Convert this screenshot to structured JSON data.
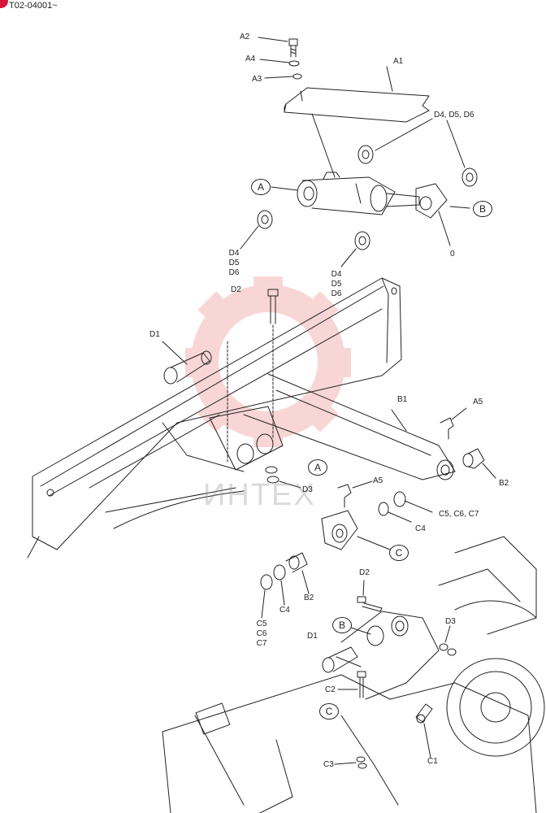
{
  "header": {
    "code": "T02-04001~"
  },
  "colors": {
    "line": "#222222",
    "badge": "#d8143c",
    "watermark_gear": "#f4b6b6"
  },
  "watermark": {
    "text": "ИНТЕХ",
    "icon": "gear-icon"
  },
  "labels": {
    "a2": "A2",
    "a4": "A4",
    "a3": "A3",
    "a1": "A1",
    "d456_top": "D4, D5, D6",
    "d4": "D4",
    "d5": "D5",
    "d6": "D6",
    "o": "0",
    "d2": "D2",
    "d1": "D1",
    "b1": "B1",
    "a5": "A5",
    "b2": "B2",
    "d3": "D3",
    "c567": "C5, C6, C7",
    "c4": "C4",
    "c5": "C5",
    "c6": "C6",
    "c7": "C7",
    "c2": "C2",
    "c3": "C3",
    "c1": "C1"
  },
  "callouts": {
    "a": "A",
    "b": "B",
    "c": "C"
  }
}
